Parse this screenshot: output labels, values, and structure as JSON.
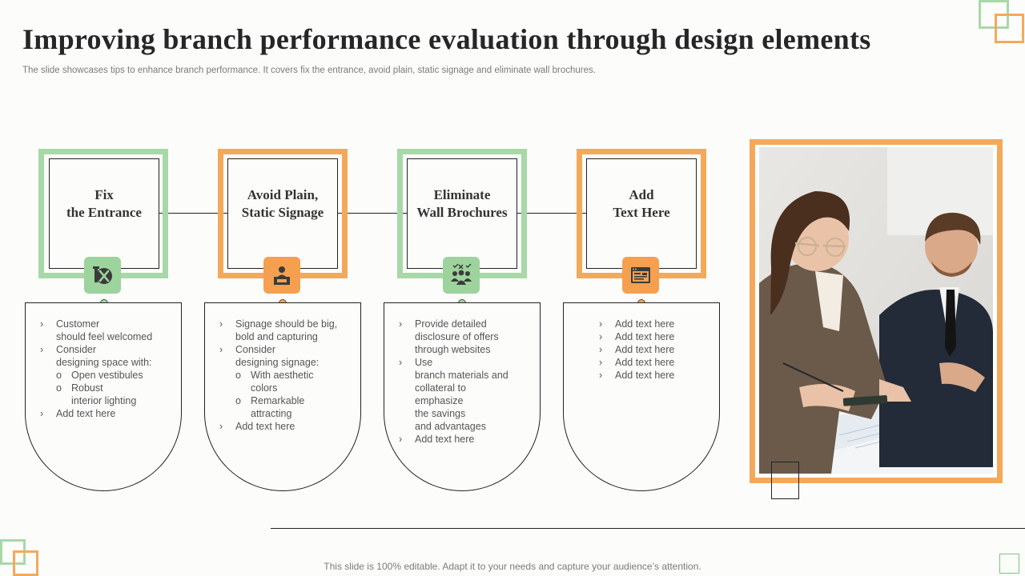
{
  "slide": {
    "title": "Improving branch performance evaluation through design elements",
    "subtitle": "The slide showcases tips to enhance branch performance. It covers fix the entrance, avoid plain, static signage and eliminate wall brochures.",
    "footer": "This slide is 100% editable. Adapt it to your needs and capture your audience’s attention."
  },
  "colors": {
    "green": "#a8d8a8",
    "orange": "#f4a95a"
  },
  "steps": [
    {
      "heading": "Fix\nthe Entrance",
      "icon": "tools-icon",
      "items": [
        {
          "type": "bullet",
          "text": "Customer\nshould feel welcomed"
        },
        {
          "type": "bullet",
          "text": "Consider\ndesigning space with:"
        },
        {
          "type": "sub",
          "text": "Open vestibules"
        },
        {
          "type": "sub",
          "text": "Robust\ninterior lighting"
        },
        {
          "type": "bullet",
          "text": "Add text here"
        }
      ]
    },
    {
      "heading": "Avoid Plain,\nStatic Signage",
      "icon": "presenter-icon",
      "items": [
        {
          "type": "bullet",
          "text": "Signage should be big,\nbold and capturing"
        },
        {
          "type": "bullet",
          "text": "Consider\ndesigning signage:"
        },
        {
          "type": "sub",
          "text": "With aesthetic\ncolors"
        },
        {
          "type": "sub",
          "text": "Remarkable\nattracting"
        },
        {
          "type": "bullet",
          "text": "Add text here"
        }
      ]
    },
    {
      "heading": "Eliminate\nWall Brochures",
      "icon": "team-feedback-icon",
      "items": [
        {
          "type": "bullet",
          "text": "Provide  detailed\ndisclosure of offers\nthrough websites"
        },
        {
          "type": "bullet",
          "text": "Use\nbranch materials and\ncollateral to\nemphasize\nthe savings\nand advantages"
        },
        {
          "type": "bullet",
          "text": "Add text here"
        }
      ]
    },
    {
      "heading": "Add\nText Here",
      "icon": "browser-window-icon",
      "items": [
        {
          "type": "bullet",
          "text": "Add text here"
        },
        {
          "type": "bullet",
          "text": "Add text here"
        },
        {
          "type": "bullet",
          "text": "Add text here"
        },
        {
          "type": "bullet",
          "text": "Add text here"
        },
        {
          "type": "bullet",
          "text": "Add text here"
        }
      ]
    }
  ]
}
